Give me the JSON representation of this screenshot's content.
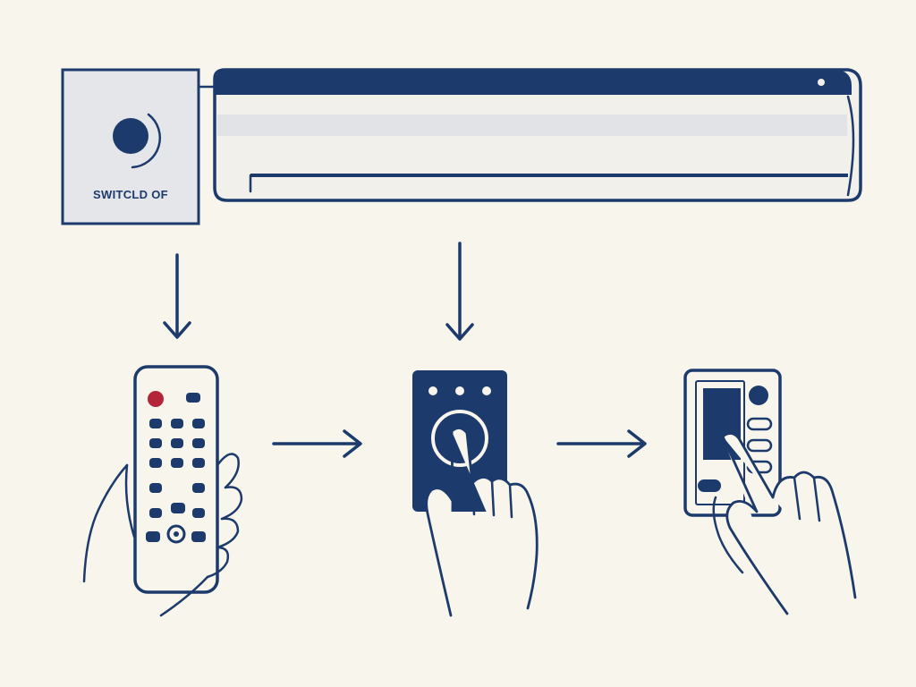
{
  "switch_box": {
    "label": "SWITCLD OF"
  },
  "colors": {
    "navy": "#1c3a6b",
    "background": "#f8f5ec",
    "red": "#b3263a",
    "panel_gray": "#e4e6ea"
  },
  "icons": [
    "power-button-icon",
    "air-conditioner-unit",
    "remote-control",
    "wall-switch-panel",
    "control-panel",
    "arrow-down-icon",
    "arrow-right-icon",
    "pointing-hand-icon",
    "holding-hand-icon"
  ]
}
